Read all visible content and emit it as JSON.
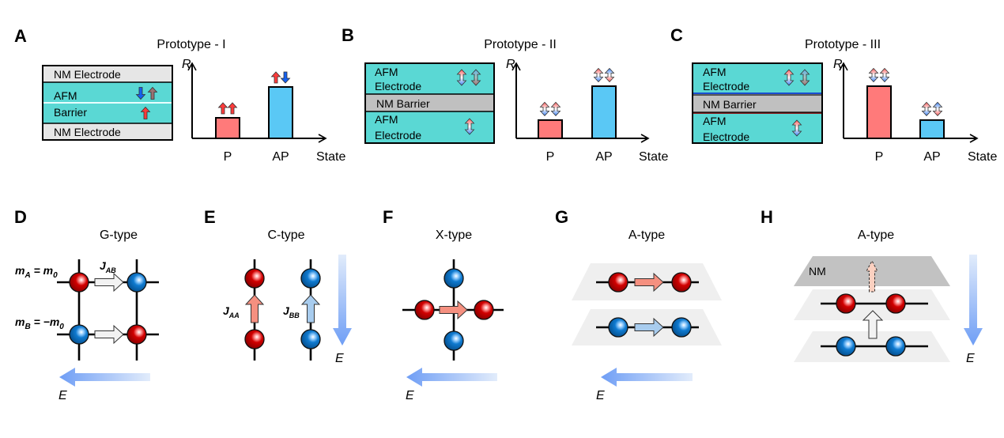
{
  "colors": {
    "teal": "#5ad8d4",
    "light_gray": "#e6e6e6",
    "mid_gray": "#c0c0c0",
    "pink_bar": "#ff7a7a",
    "blue_bar": "#5ac8f5",
    "spin_red": "#ff3b3b",
    "spin_blue": "#1560f0",
    "sphere_red": "#c00000",
    "sphere_blue": "#0a6fc2",
    "field_blue": "#7ba8f5",
    "exchange_red": "#f59080",
    "exchange_blue": "#a8ccee",
    "plane_gray": "#efefef",
    "nm_plane_gray": "#c2c2c2"
  },
  "panels": {
    "A": {
      "letter": "A",
      "title": "Prototype - I",
      "stack": [
        "NM Electrode",
        "AFM",
        "Barrier",
        "NM Electrode"
      ],
      "axis_y": "R",
      "axis_x": "State",
      "bars": [
        {
          "label": "P",
          "value": 0.4,
          "color": "pink",
          "spins": "up-up"
        },
        {
          "label": "AP",
          "value": 1.0,
          "color": "blue",
          "spins": "up-down"
        }
      ]
    },
    "B": {
      "letter": "B",
      "title": "Prototype - II",
      "stack": [
        "AFM",
        "Electrode",
        "NM Barrier",
        "AFM",
        "Electrode"
      ],
      "axis_y": "R",
      "axis_x": "State",
      "bars": [
        {
          "label": "P",
          "value": 0.35,
          "color": "pink",
          "spins": "parallel"
        },
        {
          "label": "AP",
          "value": 1.0,
          "color": "blue",
          "spins": "antiparallel"
        }
      ]
    },
    "C": {
      "letter": "C",
      "title": "Prototype - III",
      "stack": [
        "AFM",
        "Electrode",
        "NM Barrier",
        "AFM",
        "Electrode"
      ],
      "axis_y": "R",
      "axis_x": "State",
      "bars": [
        {
          "label": "P",
          "value": 1.0,
          "color": "pink",
          "spins": "parallel"
        },
        {
          "label": "AP",
          "value": 0.35,
          "color": "blue",
          "spins": "antiparallel"
        }
      ]
    },
    "D": {
      "letter": "D",
      "title": "G-type",
      "label_mA": "m",
      "label_mA_sub": "A",
      "label_mA_eq": " = m",
      "label_mA_sub2": "0",
      "label_mB": "m",
      "label_mB_sub": "B",
      "label_mB_eq": " = −m",
      "label_mB_sub2": "0",
      "exchange": "J",
      "exchange_sub": "AB",
      "field": "E"
    },
    "E": {
      "letter": "E",
      "title": "C-type",
      "exchange_a": "J",
      "exchange_a_sub": "AA",
      "exchange_b": "J",
      "exchange_b_sub": "BB",
      "field": "E"
    },
    "F": {
      "letter": "F",
      "title": "X-type",
      "field": "E"
    },
    "G": {
      "letter": "G",
      "title": "A-type",
      "field": "E"
    },
    "H": {
      "letter": "H",
      "title": "A-type",
      "nm_label": "NM",
      "field": "E"
    }
  }
}
